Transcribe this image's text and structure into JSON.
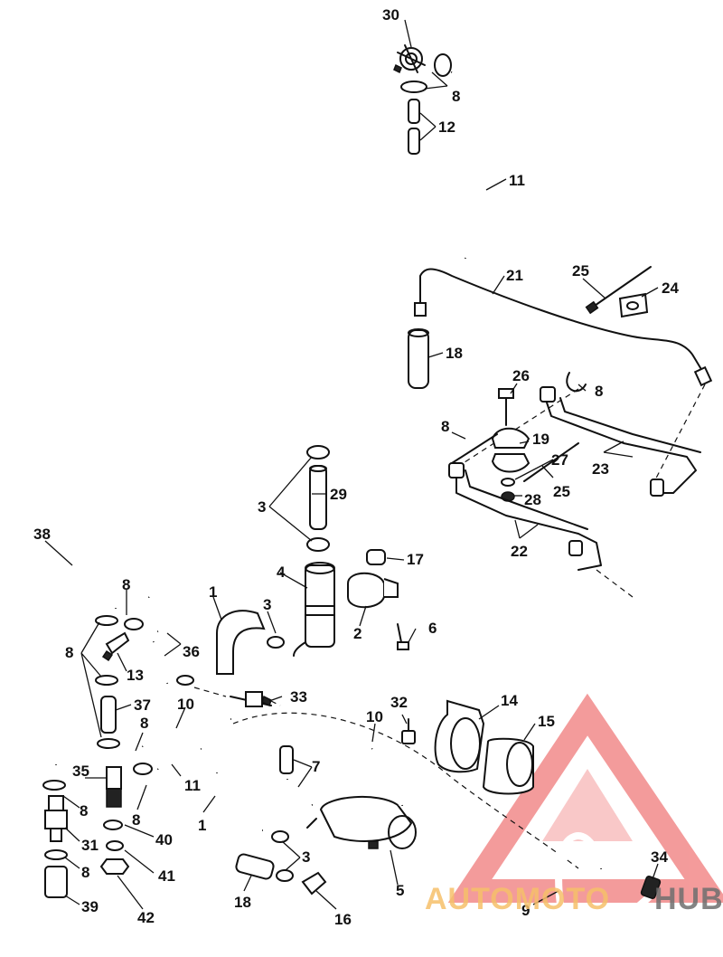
{
  "callouts": {
    "c1a": "1",
    "c1b": "1",
    "c2": "2",
    "c3a": "3",
    "c3b": "3",
    "c3c": "3",
    "c4": "4",
    "c5": "5",
    "c6": "6",
    "c7": "7",
    "c8a": "8",
    "c8b": "8",
    "c8c": "8",
    "c8d": "8",
    "c8e": "8",
    "c8f": "8",
    "c8g": "8",
    "c8h": "8",
    "c9": "9",
    "c10a": "10",
    "c10b": "10",
    "c11a": "11",
    "c11b": "11",
    "c12": "12",
    "c13": "13",
    "c14": "14",
    "c15": "15",
    "c16": "16",
    "c17": "17",
    "c18a": "18",
    "c18b": "18",
    "c19": "19",
    "c21": "21",
    "c22": "22",
    "c23": "23",
    "c24": "24",
    "c25a": "25",
    "c25b": "25",
    "c26": "26",
    "c27": "27",
    "c28": "28",
    "c29": "29",
    "c30": "30",
    "c31": "31",
    "c32": "32",
    "c33": "33",
    "c34": "34",
    "c35": "35",
    "c36": "36",
    "c37": "37",
    "c38": "38",
    "c39": "39",
    "c40": "40",
    "c41": "41",
    "c42": "42"
  },
  "watermark": {
    "text_left": "AUTOMOTO",
    "text_right": "HUB",
    "accent_color": "#f07a7a",
    "left_color": "#f6c06a",
    "right_color": "#6f6f6f"
  }
}
